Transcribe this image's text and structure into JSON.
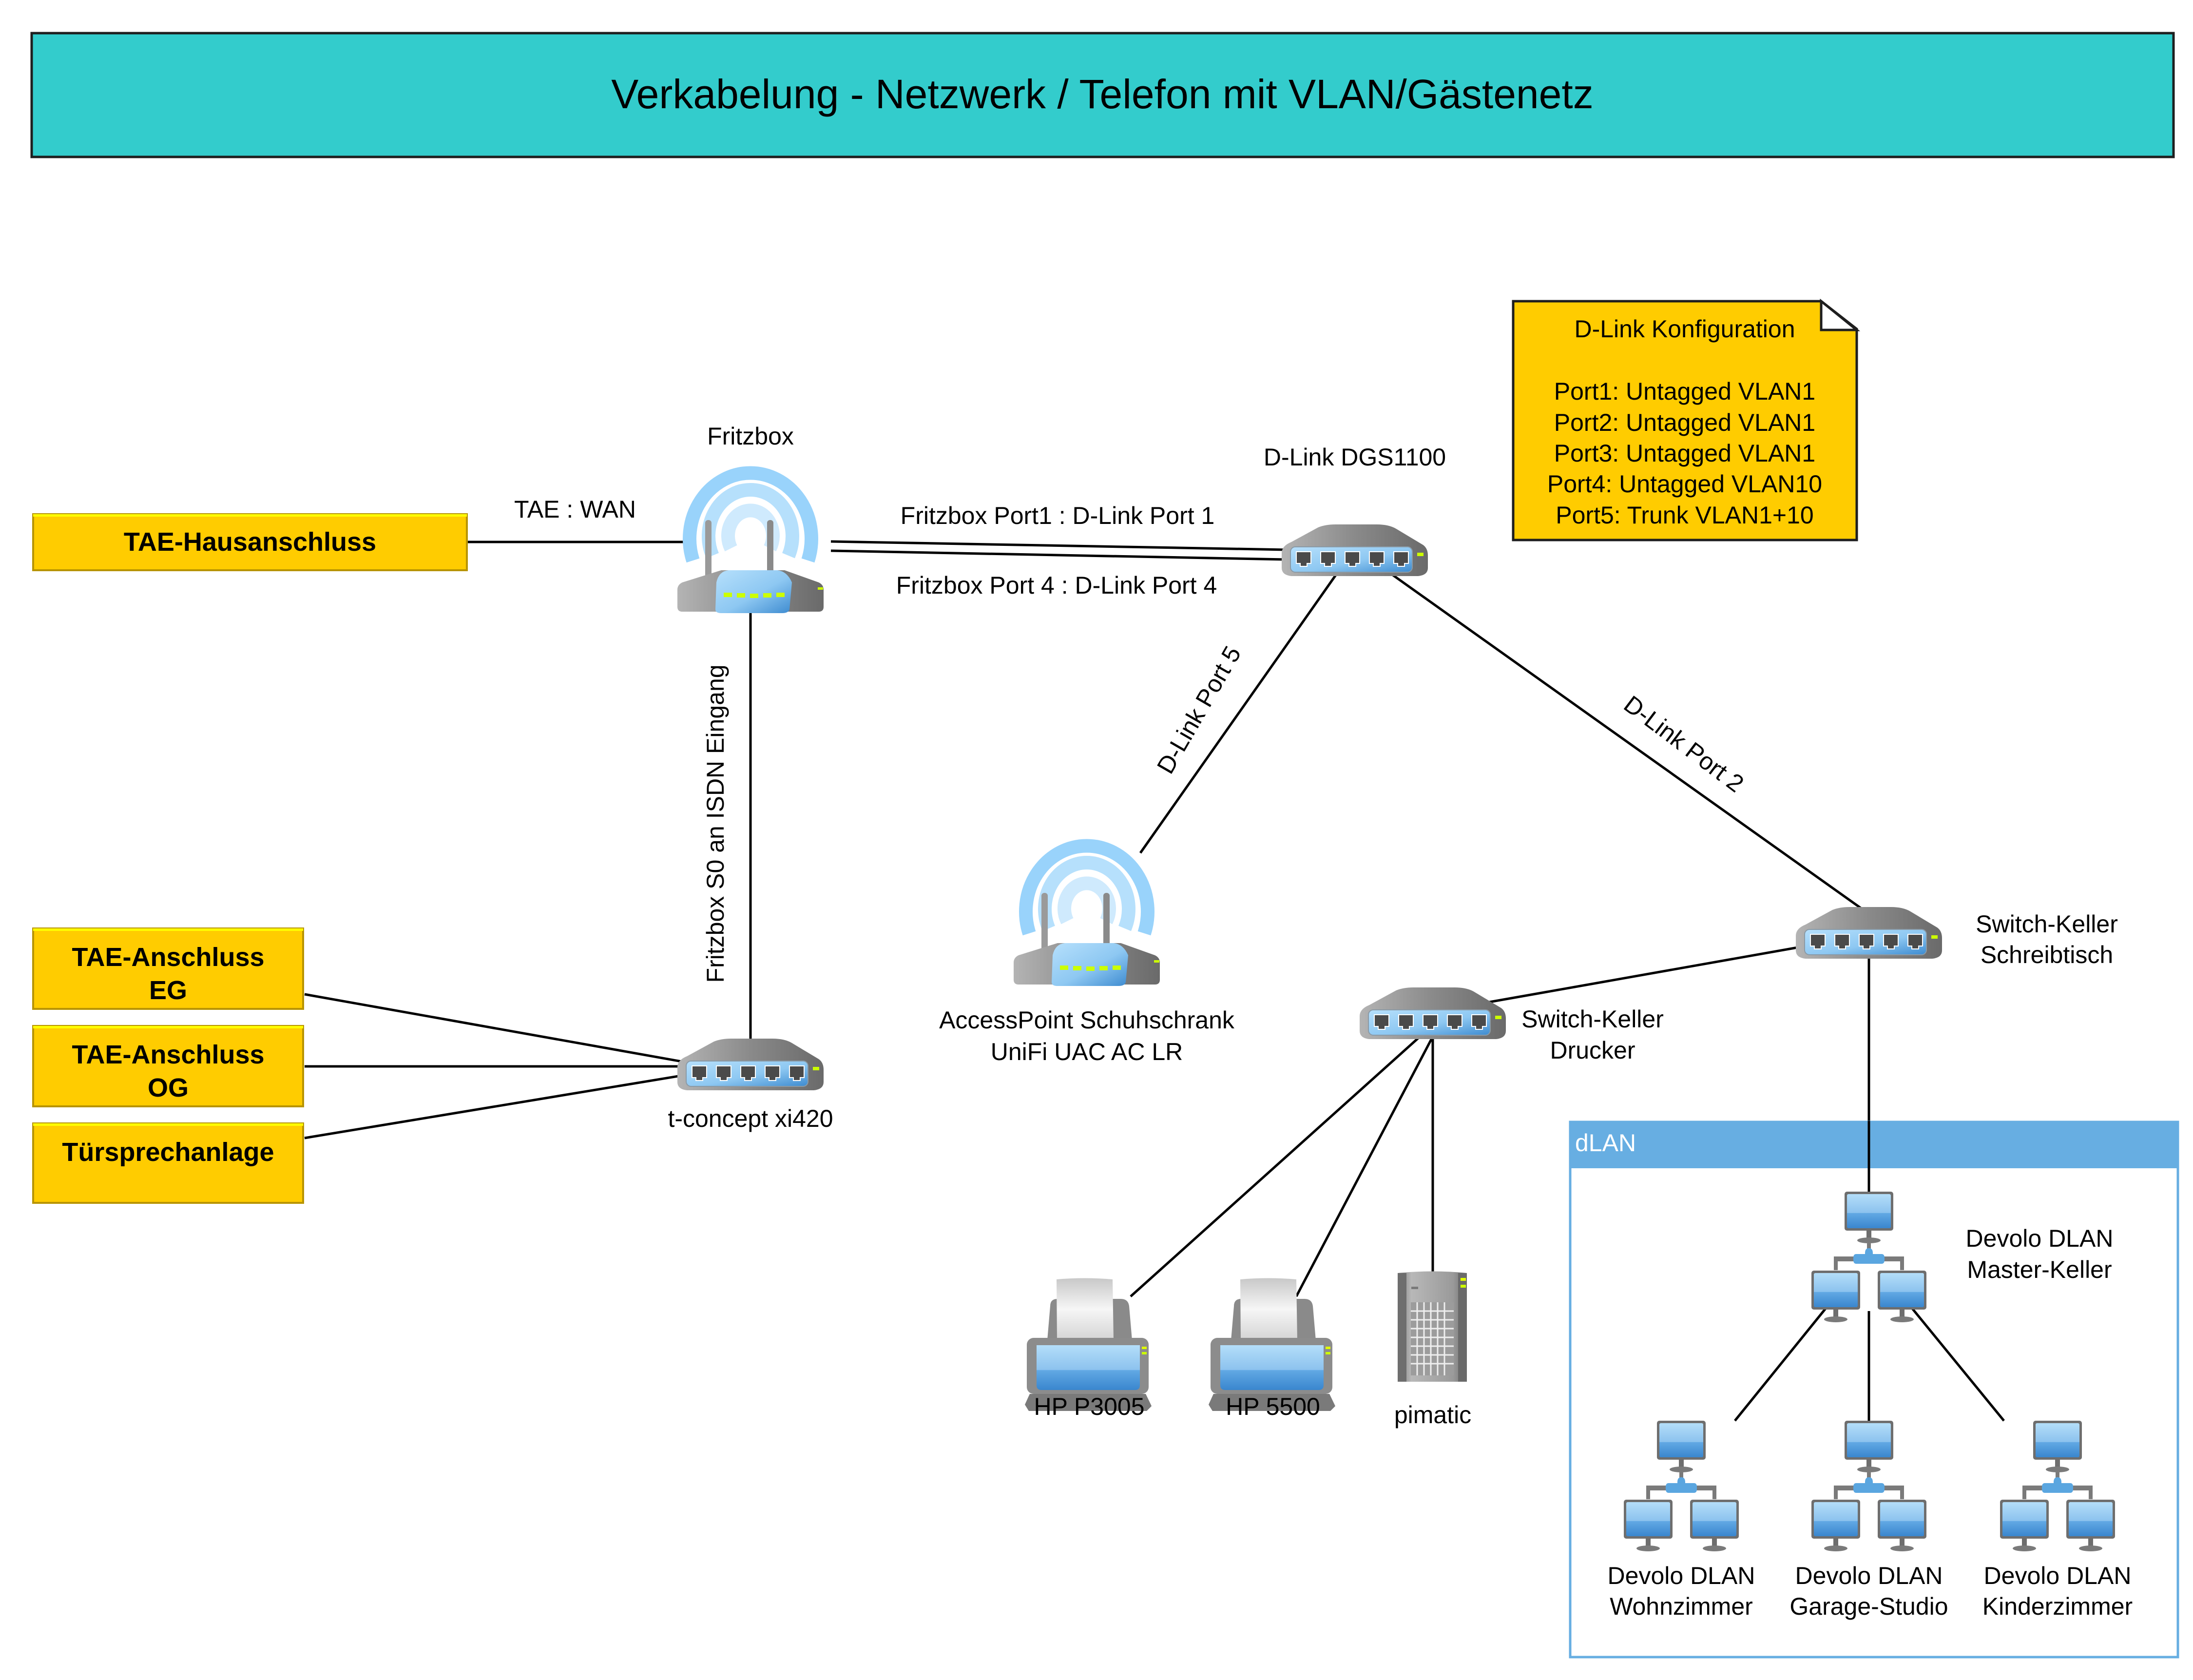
{
  "title": "Verkabelung - Netzwerk / Telefon mit VLAN/Gästenetz",
  "colors": {
    "title_bg": "#33CCCC",
    "box_fill": "#FFCC00",
    "note_fill": "#FFCC00",
    "dlan_header": "#67AEE2",
    "dlan_border": "#67AEE2",
    "device_blue": "#5AA6E0",
    "led": "#CCFF00"
  },
  "boxes": {
    "tae_haus": "TAE-Hausanschluss",
    "tae_eg_line1": "TAE-Anschluss",
    "tae_eg_line2": "EG",
    "tae_og_line1": "TAE-Anschluss",
    "tae_og_line2": "OG",
    "tuer": "Türsprechanlage"
  },
  "note": {
    "title": "D-Link Konfiguration",
    "lines": [
      "Port1: Untagged VLAN1",
      "Port2: Untagged VLAN1",
      "Port3: Untagged VLAN1",
      "Port4: Untagged VLAN10",
      "Port5: Trunk VLAN1+10"
    ]
  },
  "devices": {
    "fritzbox": "Fritzbox",
    "dlink": "D-Link DGS1100",
    "tconcept": "t-concept xi420",
    "ap_line1": "AccessPoint Schuhschrank",
    "ap_line2": "UniFi UAC AC LR",
    "sw_drucker_line1": "Switch-Keller",
    "sw_drucker_line2": "Drucker",
    "sw_schreib_line1": "Switch-Keller",
    "sw_schreib_line2": "Schreibtisch",
    "printer1": "HP P3005",
    "printer2": "HP 5500",
    "server": "pimatic"
  },
  "links": {
    "tae_wan": "TAE : WAN",
    "port1": "Fritzbox Port1 : D-Link Port 1",
    "port4": "Fritzbox Port 4 : D-Link Port 4",
    "s0": "Fritzbox S0 an ISDN Eingang",
    "dlink_port5": "D-Link Port 5",
    "dlink_port2": "D-Link Port 2"
  },
  "dlan": {
    "title": "dLAN",
    "master_line1": "Devolo DLAN",
    "master_line2": "Master-Keller",
    "nodes": [
      {
        "line1": "Devolo DLAN",
        "line2": "Wohnzimmer"
      },
      {
        "line1": "Devolo DLAN",
        "line2": "Garage-Studio"
      },
      {
        "line1": "Devolo DLAN",
        "line2": "Kinderzimmer"
      }
    ]
  }
}
